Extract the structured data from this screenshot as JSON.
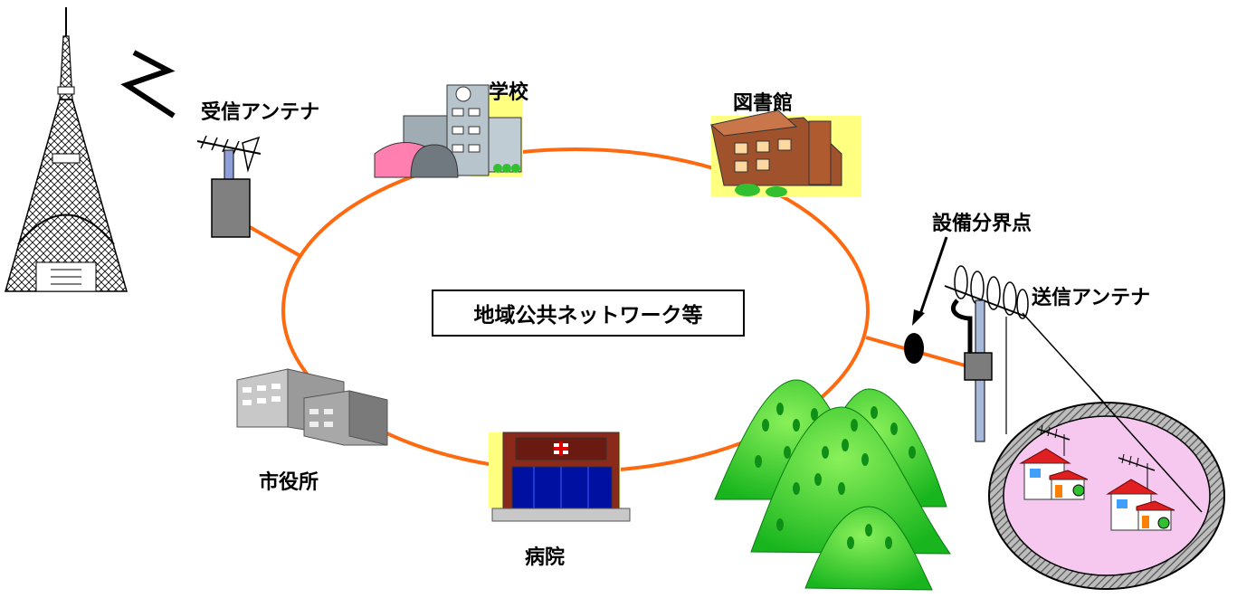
{
  "labels": {
    "receive_antenna": "受信アンテナ",
    "school": "学校",
    "library": "図書館",
    "demarcation_point": "設備分界点",
    "transmit_antenna": "送信アンテナ",
    "city_hall": "市役所",
    "hospital": "病院",
    "network": "地域公共ネットワーク等"
  },
  "colors": {
    "ring": "#ff6a10",
    "mountain": "#22c722",
    "mountain_dark": "#12901a",
    "service_area": "#f6c8f0",
    "hatch": "#6a6a6a"
  }
}
